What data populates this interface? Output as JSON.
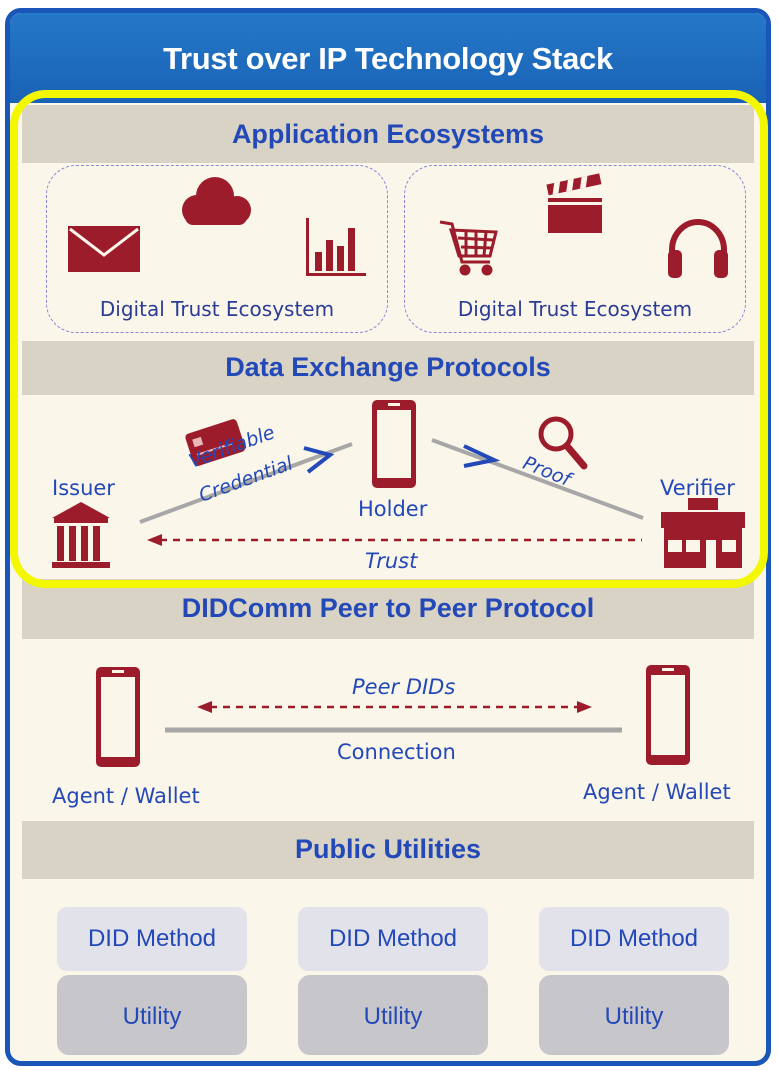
{
  "title": "Trust over IP Technology Stack",
  "sections": {
    "application": "Application Ecosystems",
    "data_exchange": "Data Exchange Protocols",
    "didcomm": "DIDComm Peer to Peer Protocol",
    "public_utilities": "Public Utilities"
  },
  "ecosystems": [
    {
      "label": "Digital Trust Ecosystem"
    },
    {
      "label": "Digital Trust Ecosystem"
    }
  ],
  "roles": {
    "issuer": "Issuer",
    "holder": "Holder",
    "verifier": "Verifier",
    "verifiable": "Verifiable",
    "credential": "Credential",
    "proof": "Proof",
    "trust": "Trust"
  },
  "didcomm": {
    "peer_dids": "Peer DIDs",
    "connection": "Connection",
    "agent_left": "Agent / Wallet",
    "agent_right": "Agent / Wallet"
  },
  "utilities": [
    {
      "method": "DID Method",
      "utility": "Utility"
    },
    {
      "method": "DID Method",
      "utility": "Utility"
    },
    {
      "method": "DID Method",
      "utility": "Utility"
    }
  ],
  "colors": {
    "title_blue": "#1a62b5",
    "label_blue": "#2348b8",
    "icon_maroon": "#9c1c2c",
    "highlight_yellow": "#f3f700"
  }
}
